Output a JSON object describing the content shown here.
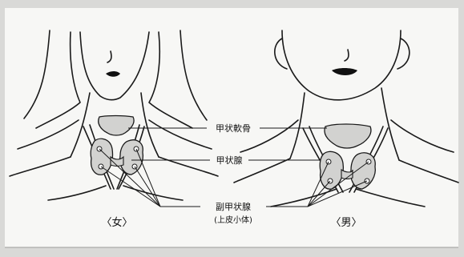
{
  "labels": {
    "thyroid_cartilage": "甲状軟骨",
    "thyroid_gland": "甲状腺",
    "parathyroid": "副甲状腺",
    "parathyroid_alias": "(上皮小体)"
  },
  "captions": {
    "female": "〈女〉",
    "male": "〈男〉"
  },
  "colors": {
    "page_bg": "#d9d9d7",
    "panel_bg": "#f7f7f5",
    "ink": "#1a1a1a",
    "gland_fill": "#d2d2d0"
  }
}
